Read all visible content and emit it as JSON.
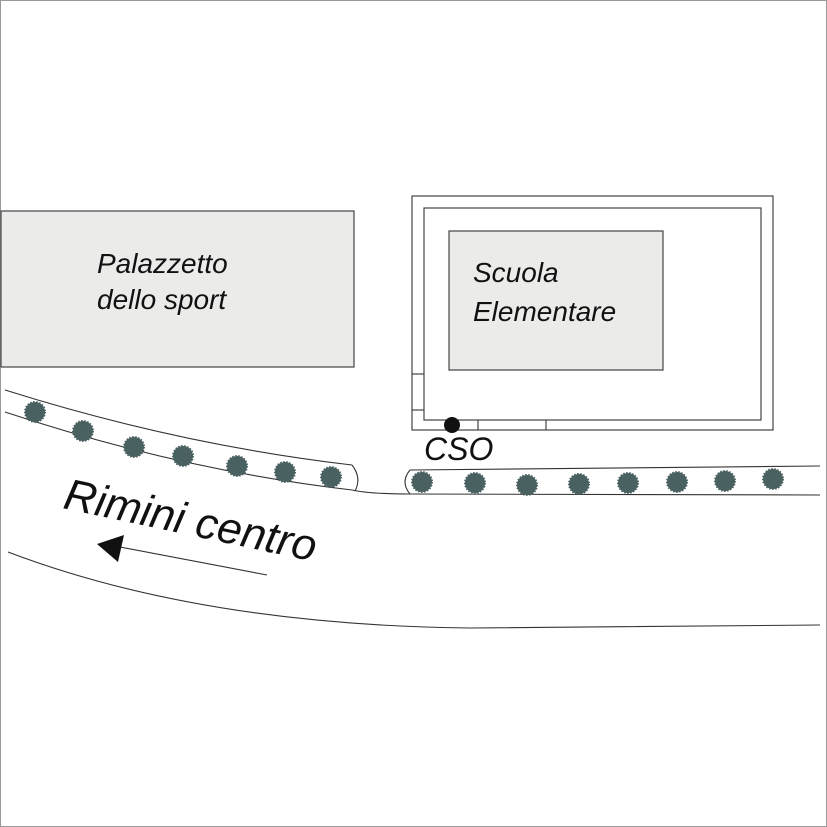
{
  "labels": {
    "palazzetto_line1": "Palazzetto",
    "palazzetto_line2": "dello sport",
    "scuola_line1": "Scuola",
    "scuola_line2": "Elementare",
    "cso": "CSO",
    "direction": "Rimini centro"
  },
  "colors": {
    "building_fill": "#ebecea",
    "tree": "#4a6161",
    "line": "#333333"
  }
}
